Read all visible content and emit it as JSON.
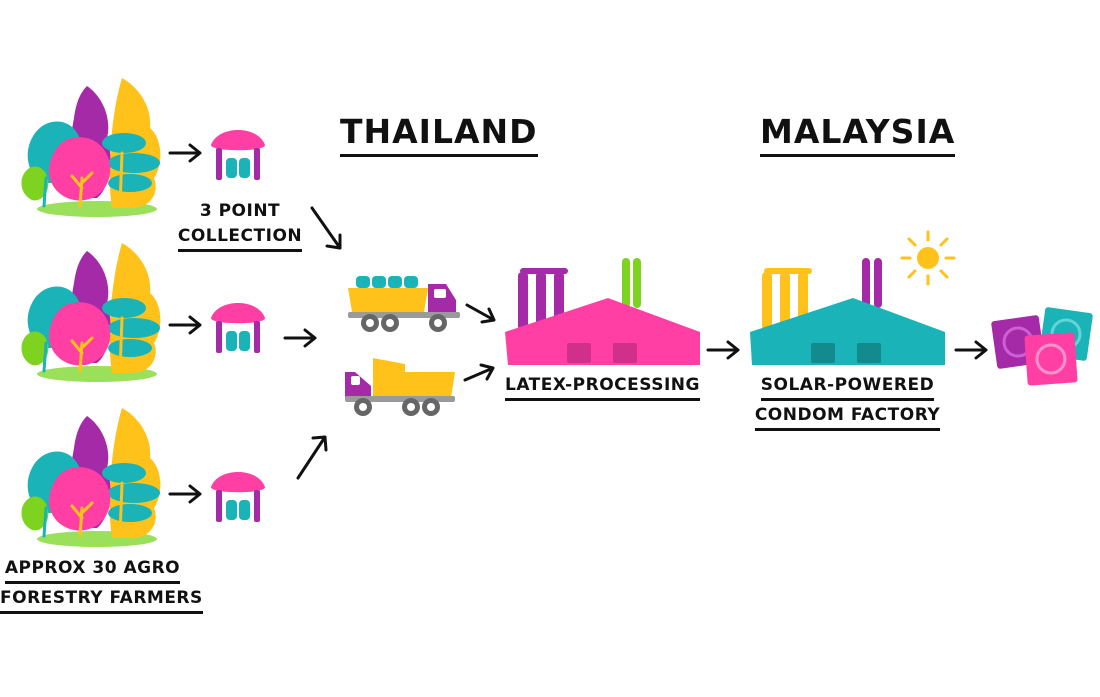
{
  "headings": {
    "thailand": "THAILAND",
    "malaysia": "MALAYSIA"
  },
  "labels": {
    "collection_line1": "3 POINT",
    "collection_line2": "COLLECTION",
    "farmers_line1": "APPROX 30 AGRO",
    "farmers_line2": "FORESTRY FARMERS",
    "latex": "LATEX-PROCESSING",
    "factory_line1": "SOLAR-POWERED",
    "factory_line2": "CONDOM FACTORY"
  },
  "colors": {
    "pink": "#ff3fa4",
    "purple": "#a52aa8",
    "teal": "#19b3b8",
    "yellow": "#ffc21a",
    "lime": "#7ed321",
    "green": "#9be05a",
    "grey": "#666666"
  },
  "icons": [
    "tree-cluster-icon",
    "collection-hut-icon",
    "tanker-truck-icon",
    "dump-truck-icon",
    "factory-icon",
    "sun-icon",
    "condom-packs-icon",
    "arrow-icon"
  ]
}
